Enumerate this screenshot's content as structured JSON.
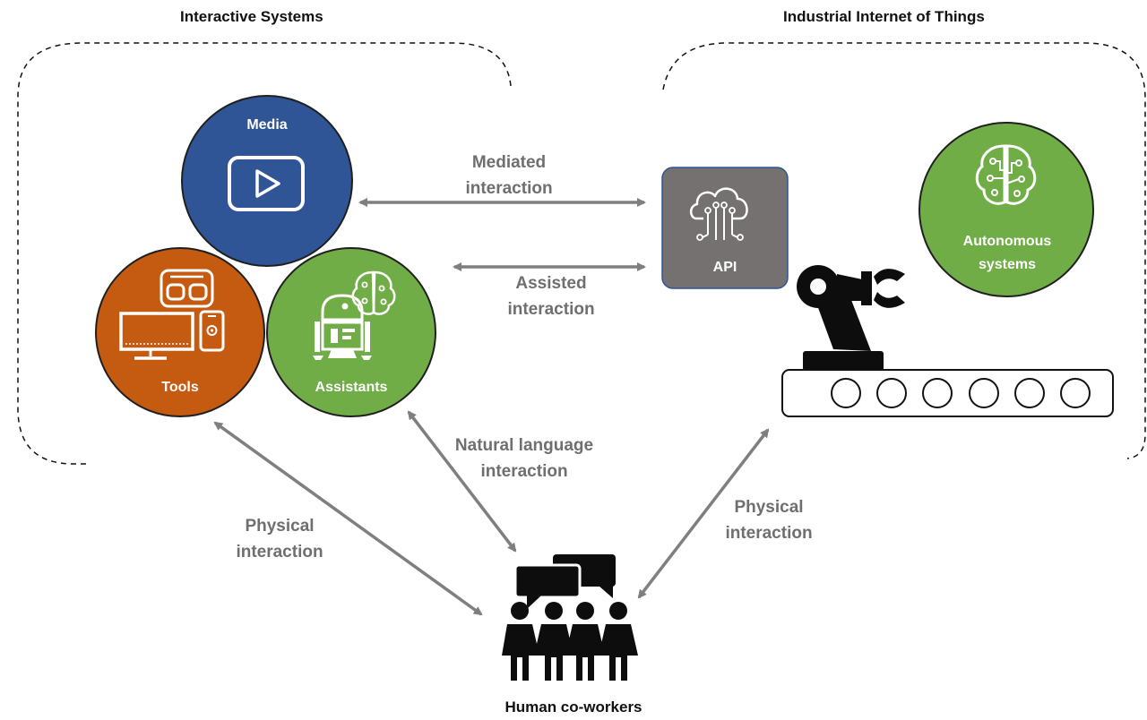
{
  "headers": {
    "interactive_systems": "Interactive Systems",
    "iiot": "Industrial Internet of Things"
  },
  "circles": {
    "media": "Media",
    "tools": "Tools",
    "assistants": "Assistants",
    "autonomous_line1": "Autonomous",
    "autonomous_line2": "systems"
  },
  "api_label": "API",
  "interactions": {
    "mediated_line1": "Mediated",
    "mediated_line2": "interaction",
    "assisted_line1": "Assisted",
    "assisted_line2": "interaction",
    "natural_line1": "Natural language",
    "natural_line2": "interaction",
    "physical_left_line1": "Physical",
    "physical_left_line2": "interaction",
    "physical_right_line1": "Physical",
    "physical_right_line2": "interaction"
  },
  "humans_label": "Human co-workers",
  "colors": {
    "media": "#2f5597",
    "tools": "#c55a11",
    "assistants": "#70ad47",
    "autonomous": "#70ad47",
    "api": "#767171",
    "arrow": "#7f7f7f"
  }
}
